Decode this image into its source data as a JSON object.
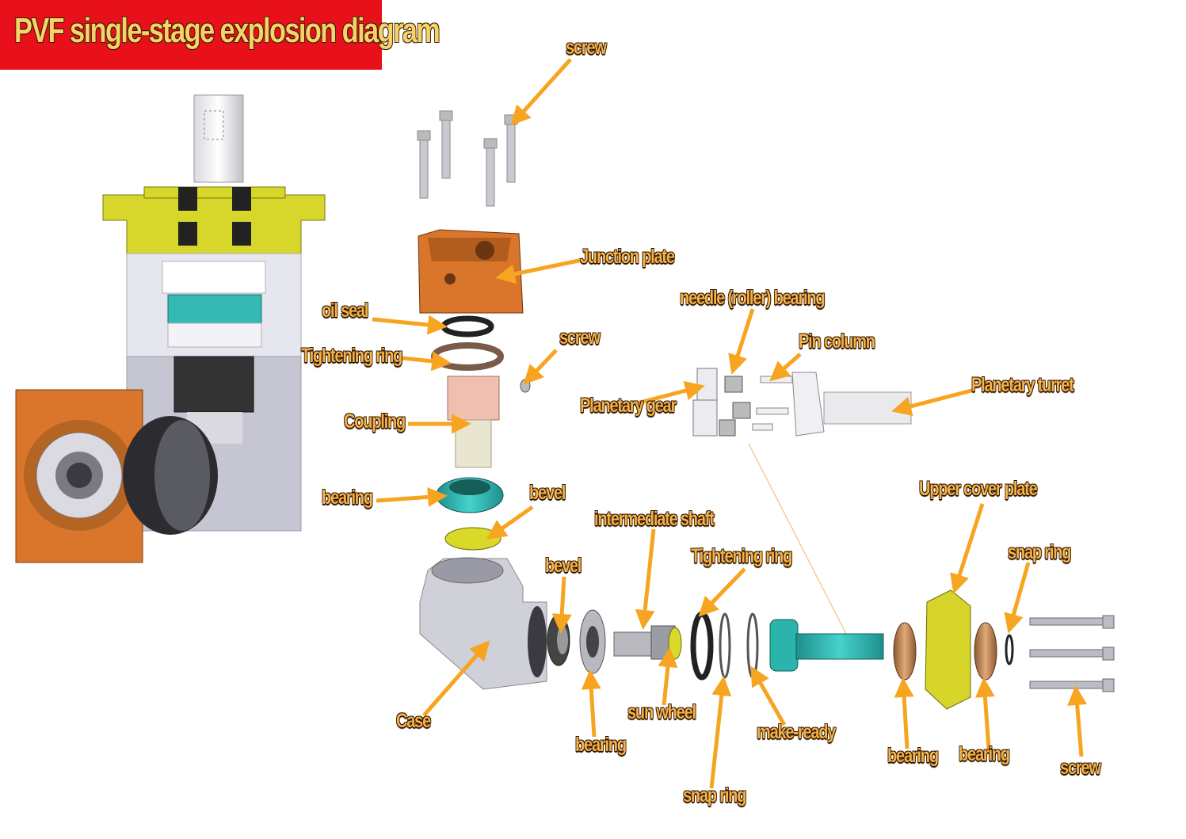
{
  "title": "PVF single-stage explosion diagram",
  "colors": {
    "title_bg": "#e8101a",
    "title_text": "#f5d36a",
    "label_text": "#f4b24a",
    "arrow": "#f7a520",
    "orange_part": "#d8772a",
    "yellow_part": "#d9d92a",
    "teal_part": "#2bb5b0",
    "grey_part": "#c9c9cf"
  },
  "labels": {
    "screw_top": "screw",
    "junction_plate": "Junction plate",
    "oil_seal": "oil seal",
    "tightening_ring_left": "Tightening ring",
    "screw_mid": "screw",
    "coupling": "Coupling",
    "needle_bearing": "needle (roller) bearing",
    "pin_column": "Pin column",
    "planetary_turret": "Planetary turret",
    "planetary_gear": "Planetary gear",
    "bearing_left": "bearing",
    "bevel_top": "bevel",
    "intermediate_shaft": "intermediate shaft",
    "upper_cover_plate": "Upper cover plate",
    "tightening_ring_right": "Tightening ring",
    "snap_ring_right": "snap ring",
    "bevel_mid": "bevel",
    "case": "Case",
    "sun_wheel": "sun wheel",
    "bearing_bottom": "bearing",
    "make_ready": "make-ready",
    "bearing_right1": "bearing",
    "bearing_right2": "bearing",
    "screw_right": "screw",
    "snap_ring_bottom": "snap ring"
  }
}
